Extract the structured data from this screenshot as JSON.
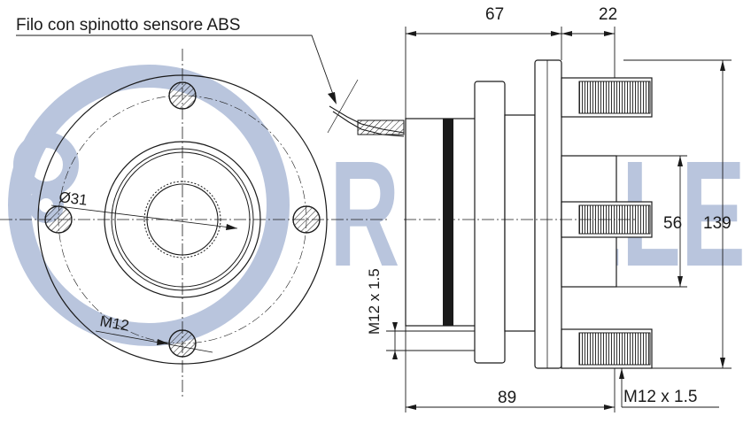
{
  "drawing": {
    "caption": "Filo con spinotto sensore ABS",
    "watermark": "RUVILLE",
    "watermark_color": "#b9c5dd",
    "line_color": "#1a1a1a",
    "dimensions": {
      "bore_diameter": "Ø31",
      "bolt_thread_front": "M12",
      "flange_to_hub": "67",
      "stud_length": "22",
      "pilot_diameter": "56",
      "bolt_circle": "139",
      "hub_thread_side": "M12 x 1.5",
      "overall_length": "89",
      "stud_thread": "M12 x 1.5"
    }
  }
}
